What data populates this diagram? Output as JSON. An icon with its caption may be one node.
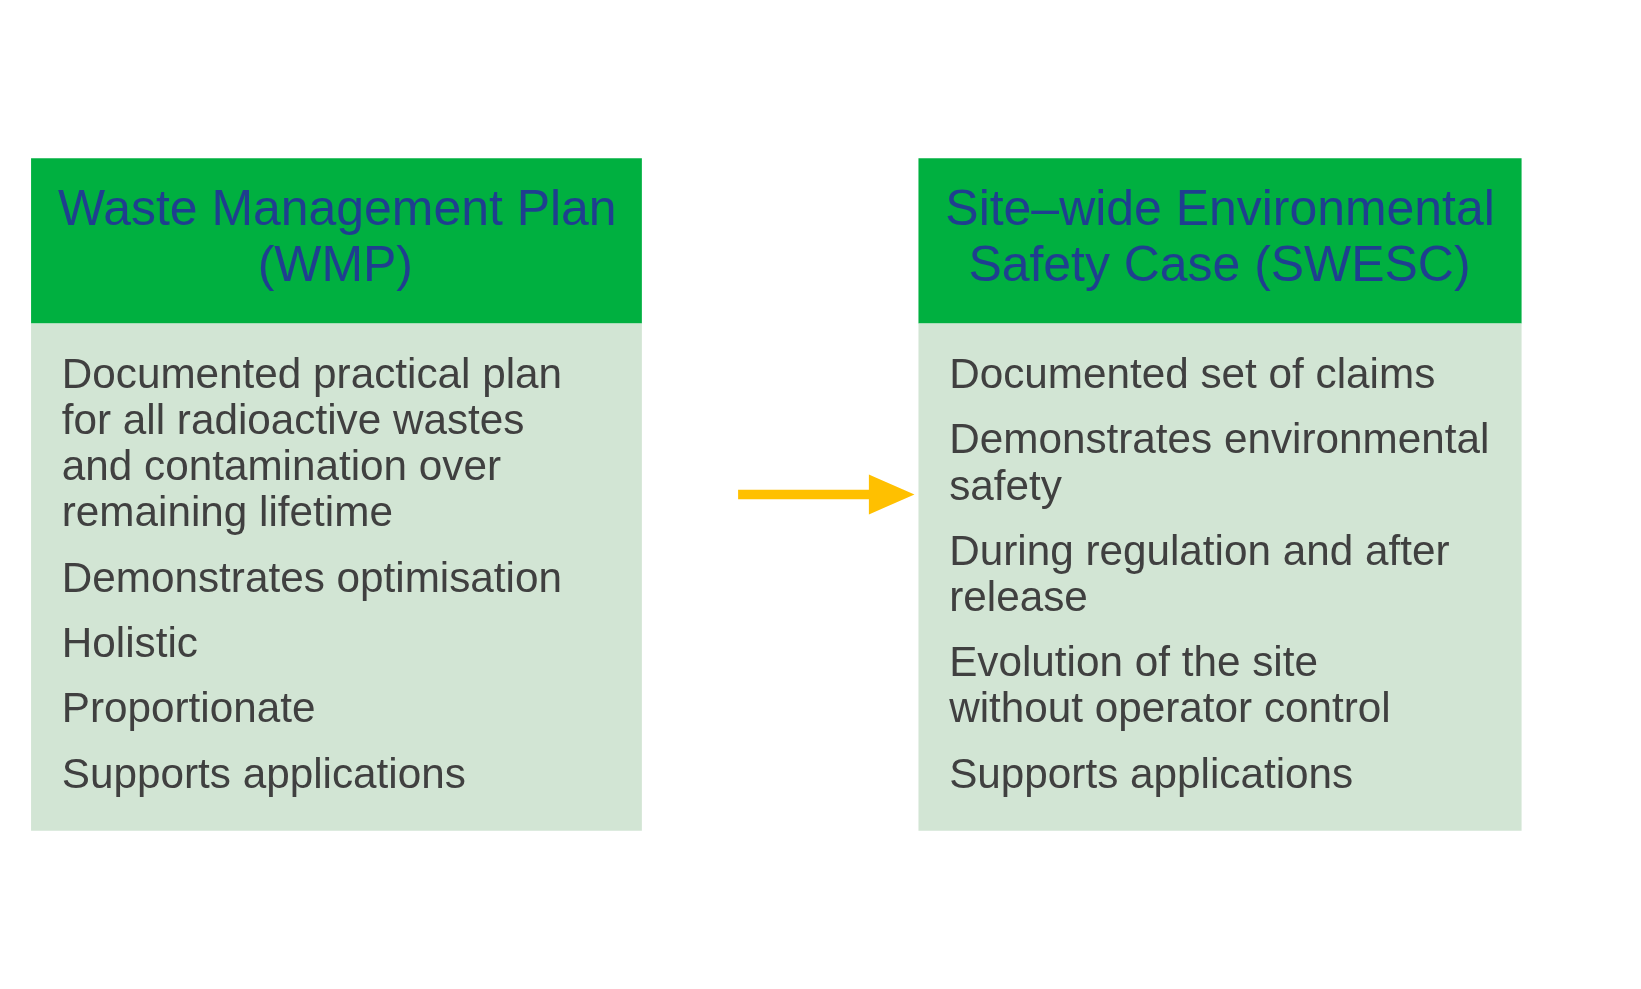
{
  "diagram": {
    "nodes": [
      {
        "text": [
          "Waste Management Plan (WMP)",
          "Documented practical plan for all radioactive wastes and contamination over remaining lifetime",
          "Demonstrates optimisation",
          "Holistic",
          "Proportionate",
          "Supports applications"
        ]
      },
      {
        "text": [
          "Site–wide Environmental Safety Case (SWESC)",
          "Documented set of claims",
          "Demonstrates environmental safety",
          "During regulation and after release",
          "Evolution of the site without operator control",
          "Supports applications"
        ]
      }
    ],
    "edges": [
      {
        "from": 0,
        "to": 1,
        "arrow": "to",
        "color": "#ffc000"
      }
    ]
  }
}
